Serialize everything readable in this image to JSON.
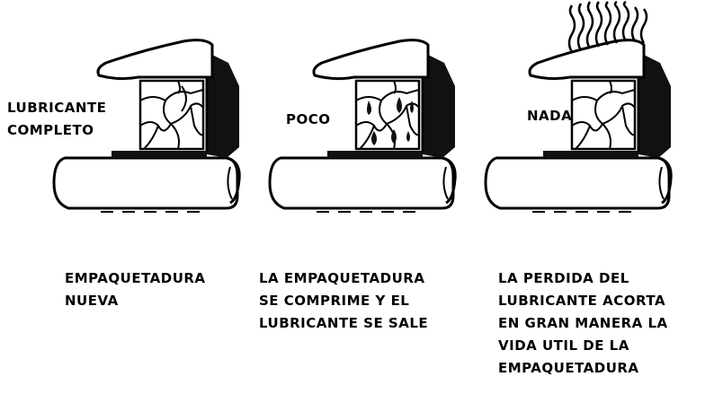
{
  "panels": [
    {
      "label_lines": [
        "LUBRICANTE",
        "COMPLETO"
      ],
      "caption_lines": [
        "EMPAQUETADURA",
        "NUEVA"
      ]
    },
    {
      "label_lines": [
        "POCO"
      ],
      "caption_lines": [
        "LA EMPAQUETADURA",
        "SE COMPRIME Y EL",
        "LUBRICANTE SE SALE"
      ]
    },
    {
      "label_lines": [
        "NADA"
      ],
      "caption_lines": [
        "LA PERDIDA DEL",
        "LUBRICANTE ACORTA",
        "EN GRAN MANERA LA",
        "VIDA UTIL DE LA",
        "EMPAQUETADURA"
      ]
    }
  ]
}
